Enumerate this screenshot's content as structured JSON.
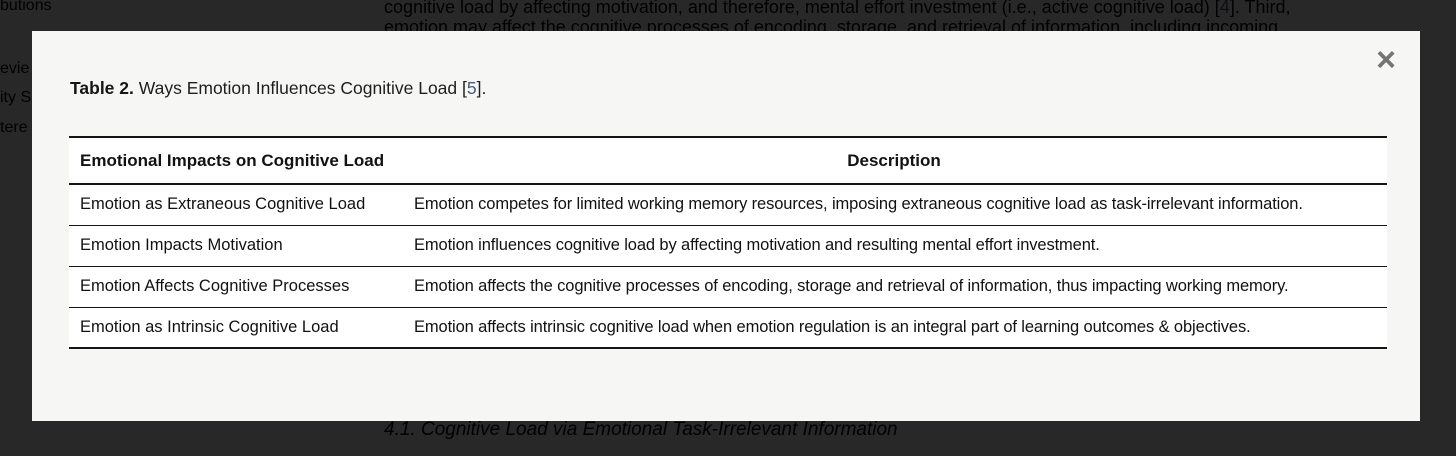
{
  "background": {
    "sidebar_fragments": [
      "butions",
      "evie",
      "ity S",
      "tere"
    ],
    "paragraph_line1_pre": "cognitive load by affecting motivation, and therefore, mental effort investment (i.e., active cognitive load) [",
    "paragraph_line1_ref": "4",
    "paragraph_line1_post": "]. Third,",
    "paragraph_line2_partial": "emotion may affect the cognitive processes of encoding, storage, and retrieval of information, including incoming",
    "section_heading": "4.1. Cognitive Load via Emotional Task-Irrelevant Information"
  },
  "modal": {
    "close_icon": "×",
    "caption_label": "Table 2.",
    "caption_pre": " Ways Emotion Influences Cognitive Load [",
    "caption_ref": "5",
    "caption_post": "].",
    "table": {
      "headers": [
        "Emotional Impacts on Cognitive Load",
        "Description"
      ],
      "rows": [
        {
          "impact": "Emotion as Extraneous Cognitive Load",
          "description": "Emotion competes for limited working memory resources, imposing extraneous cognitive load as task-irrelevant information."
        },
        {
          "impact": "Emotion Impacts Motivation",
          "description": "Emotion influences cognitive load by affecting motivation and resulting mental effort investment."
        },
        {
          "impact": "Emotion Affects Cognitive Processes",
          "description": "Emotion affects the cognitive processes of encoding, storage and retrieval of information, thus impacting working memory."
        },
        {
          "impact": "Emotion as Intrinsic Cognitive Load",
          "description": "Emotion affects intrinsic cognitive load when emotion regulation is an integral part of learning outcomes & objectives."
        }
      ]
    }
  },
  "colors": {
    "reference_link": "#465a7d",
    "overlay": "rgba(0,0,0,0.845)",
    "modal_background": "#f6f6f5",
    "table_background": "#ffffff",
    "table_border": "#141414",
    "close_icon": "#747474"
  }
}
